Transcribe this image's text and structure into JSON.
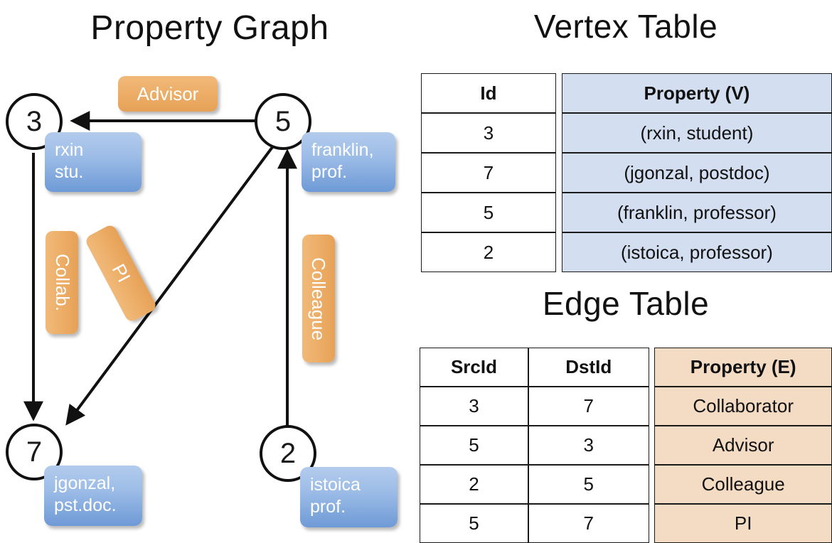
{
  "graph": {
    "title": "Property Graph",
    "nodes": [
      {
        "id": "3",
        "property_label": "rxin\nstu."
      },
      {
        "id": "5",
        "property_label": "franklin,\nprof."
      },
      {
        "id": "7",
        "property_label": "jgonzal,\npst.doc."
      },
      {
        "id": "2",
        "property_label": "istoica\nprof."
      }
    ],
    "node_labels": {
      "n3": "3",
      "n5": "5",
      "n7": "7",
      "n2": "2"
    },
    "vertex_boxes": {
      "rxin_line1": "rxin",
      "rxin_line2": "stu.",
      "franklin_line1": "franklin,",
      "franklin_line2": "prof.",
      "jgonzal_line1": "jgonzal,",
      "jgonzal_line2": "pst.doc.",
      "istoica_line1": "istoica",
      "istoica_line2": "prof."
    },
    "edge_labels": {
      "advisor": "Advisor",
      "collab": "Collab.",
      "pi": "PI",
      "colleague": "Colleague"
    },
    "edges": [
      {
        "from": "5",
        "to": "3",
        "label": "Advisor"
      },
      {
        "from": "3",
        "to": "7",
        "label": "Collab."
      },
      {
        "from": "5",
        "to": "7",
        "label": "PI"
      },
      {
        "from": "2",
        "to": "5",
        "label": "Colleague"
      }
    ]
  },
  "vertex_table": {
    "title": "Vertex Table",
    "headers": [
      "Id",
      "Property (V)"
    ],
    "rows": [
      {
        "id": "3",
        "property": "(rxin, student)"
      },
      {
        "id": "7",
        "property": "(jgonzal, postdoc)"
      },
      {
        "id": "5",
        "property": "(franklin, professor)"
      },
      {
        "id": "2",
        "property": "(istoica, professor)"
      }
    ]
  },
  "edge_table": {
    "title": "Edge Table",
    "headers": [
      "SrcId",
      "DstId",
      "Property (E)"
    ],
    "rows": [
      {
        "src": "3",
        "dst": "7",
        "property": "Collaborator"
      },
      {
        "src": "5",
        "dst": "3",
        "property": "Advisor"
      },
      {
        "src": "2",
        "dst": "5",
        "property": "Colleague"
      },
      {
        "src": "5",
        "dst": "7",
        "property": "PI"
      }
    ]
  },
  "colors": {
    "vertex_box_fill": "#9dbde7",
    "edge_box_fill": "#edaf69",
    "vertex_table_property_fill": "#d3dff0",
    "edge_table_property_fill": "#f4dcc4",
    "stroke": "#111111",
    "background": "#ffffff"
  }
}
